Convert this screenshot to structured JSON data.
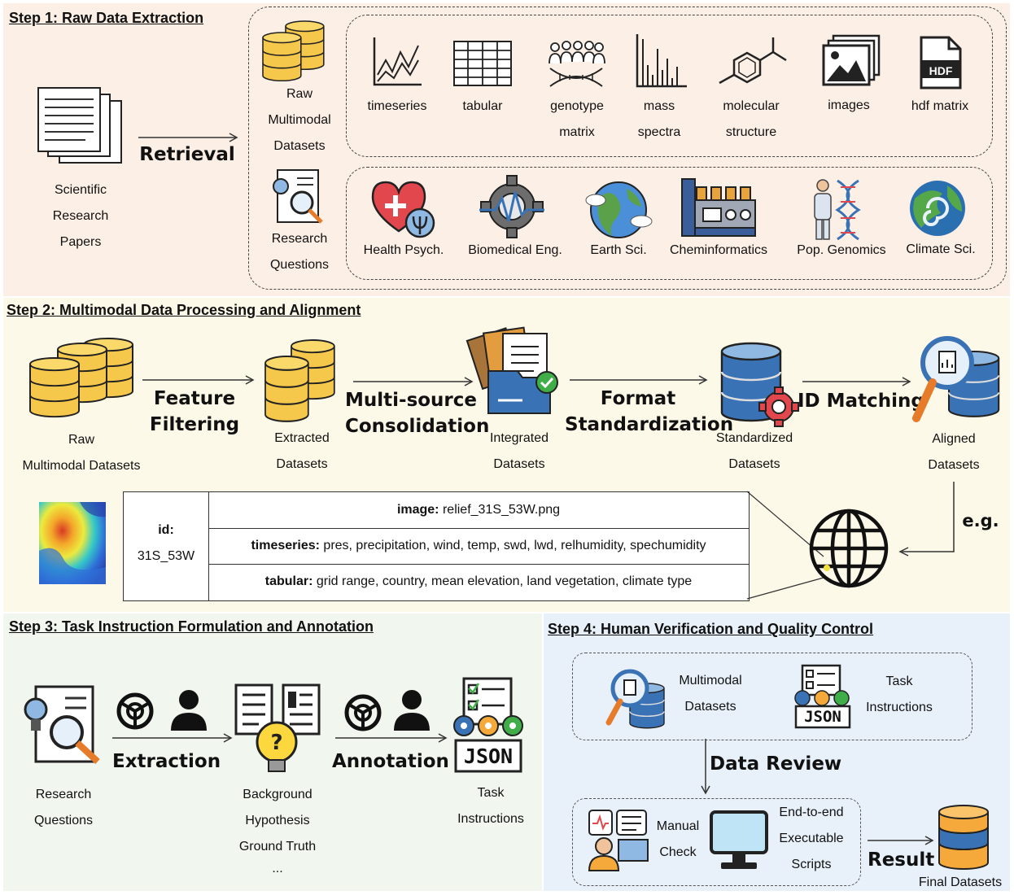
{
  "step1": {
    "title": "Step 1: Raw Data Extraction",
    "papers": [
      "Scientific",
      "Research",
      "Papers"
    ],
    "retrieval": "Retrieval",
    "raw": [
      "Raw",
      "Multimodal",
      "Datasets"
    ],
    "questions": [
      "Research",
      "Questions"
    ],
    "modalities": [
      {
        "l1": "timeseries",
        "l2": ""
      },
      {
        "l1": "tabular",
        "l2": ""
      },
      {
        "l1": "genotype",
        "l2": "matrix"
      },
      {
        "l1": "mass",
        "l2": "spectra"
      },
      {
        "l1": "molecular",
        "l2": "structure"
      },
      {
        "l1": "images",
        "l2": ""
      },
      {
        "l1": "hdf matrix",
        "l2": ""
      }
    ],
    "hdf_badge": "HDF",
    "domains": [
      "Health Psych.",
      "Biomedical Eng.",
      "Earth Sci.",
      "Cheminformatics",
      "Pop. Genomics",
      "Climate Sci."
    ]
  },
  "step2": {
    "title": "Step 2: Multimodal Data Processing and Alignment",
    "nodes": [
      {
        "l1": "Raw",
        "l2": "Multimodal Datasets"
      },
      {
        "l1": "Extracted",
        "l2": "Datasets"
      },
      {
        "l1": "Integrated",
        "l2": "Datasets"
      },
      {
        "l1": "Standardized",
        "l2": "Datasets"
      },
      {
        "l1": "Aligned",
        "l2": "Datasets"
      }
    ],
    "ops": [
      {
        "l1": "Feature",
        "l2": "Filtering"
      },
      {
        "l1": "Multi-source",
        "l2": "Consolidation"
      },
      {
        "l1": "Format",
        "l2": "Standardization"
      },
      {
        "l1": "ID Matching",
        "l2": ""
      }
    ],
    "eg": "e.g.",
    "table": {
      "id_key": "id:",
      "id_val": "31S_53W",
      "rows": [
        {
          "key": "image:",
          "val": " relief_31S_53W.png"
        },
        {
          "key": "timeseries:",
          "val": " pres, precipitation, wind, temp, swd, lwd, relhumidity, spechumidity"
        },
        {
          "key": "tabular:",
          "val": " grid range, country, mean elevation, land vegetation, climate type"
        }
      ]
    }
  },
  "step3": {
    "title": "Step 3: Task Instruction Formulation and Annotation",
    "questions": [
      "Research",
      "Questions"
    ],
    "extraction": "Extraction",
    "background": [
      "Background",
      "Hypothesis",
      "Ground Truth",
      "..."
    ],
    "annotation": "Annotation",
    "json_badge": "JSON",
    "task": [
      "Task",
      "Instructions"
    ]
  },
  "step4": {
    "title": "Step 4: Human Verification and Quality Control",
    "mm": [
      "Multimodal",
      "Datasets"
    ],
    "task": [
      "Task",
      "Instructions"
    ],
    "json_badge": "JSON",
    "review": "Data Review",
    "manual": [
      "Manual",
      "Check"
    ],
    "scripts": [
      "End-to-end",
      "Executable",
      "Scripts"
    ],
    "result": "Result",
    "final": "Final Datasets"
  },
  "colors": {
    "step1_bg": "#fcefe6",
    "step2_bg": "#fdf9e8",
    "step3_bg": "#f1f7ef",
    "step4_bg": "#e8f0f9",
    "gold": "#f5c74a",
    "blue": "#3a73b5"
  }
}
